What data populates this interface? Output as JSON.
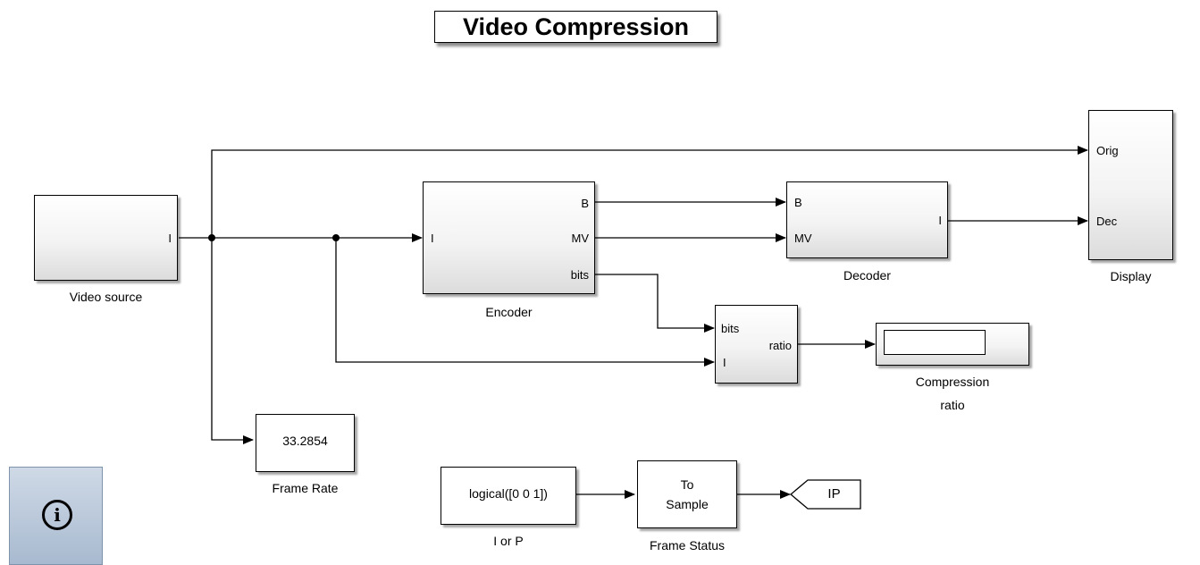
{
  "title": "Video Compression",
  "blocks": {
    "video_source": {
      "name": "Video source",
      "port_out": "I"
    },
    "encoder": {
      "name": "Encoder",
      "port_in": "I",
      "port_out_1": "B",
      "port_out_2": "MV",
      "port_out_3": "bits"
    },
    "decoder": {
      "name": "Decoder",
      "port_in_1": "B",
      "port_in_2": "MV",
      "port_out": "I"
    },
    "display": {
      "name": "Display",
      "port_in_1": "Orig",
      "port_in_2": "Dec"
    },
    "ratio_calc": {
      "port_in_1": "bits",
      "port_in_2": "I",
      "port_out": "ratio"
    },
    "compression_ratio": {
      "name_line1": "Compression",
      "name_line2": "ratio"
    },
    "frame_rate": {
      "name": "Frame Rate",
      "value": "33.2854"
    },
    "i_or_p": {
      "name": "I or P",
      "value": "logical([0 0 1])"
    },
    "frame_status": {
      "name": "Frame Status",
      "line1": "To",
      "line2": "Sample"
    },
    "goto_tag": {
      "value": "IP"
    }
  },
  "info_icon": "info-icon"
}
